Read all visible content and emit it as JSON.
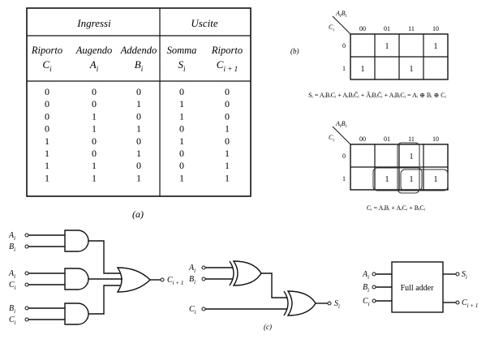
{
  "truth_table": {
    "group_inputs": "Ingressi",
    "group_outputs": "Uscite",
    "columns": [
      {
        "name": "Riporto",
        "sym": "C",
        "sub": "i"
      },
      {
        "name": "Augendo",
        "sym": "A",
        "sub": "i"
      },
      {
        "name": "Addendo",
        "sym": "B",
        "sub": "i"
      },
      {
        "name": "Somma",
        "sym": "S",
        "sub": "i"
      },
      {
        "name": "Riporto",
        "sym": "C",
        "sub": "i + 1"
      }
    ],
    "rows": [
      [
        "0",
        "0",
        "0",
        "0",
        "0"
      ],
      [
        "0",
        "0",
        "1",
        "1",
        "0"
      ],
      [
        "0",
        "1",
        "0",
        "1",
        "0"
      ],
      [
        "0",
        "1",
        "1",
        "0",
        "1"
      ],
      [
        "1",
        "0",
        "0",
        "1",
        "0"
      ],
      [
        "1",
        "0",
        "1",
        "0",
        "1"
      ],
      [
        "1",
        "1",
        "0",
        "0",
        "1"
      ],
      [
        "1",
        "1",
        "1",
        "1",
        "1"
      ]
    ],
    "caption": "(a)"
  },
  "label_b": "(b)",
  "label_c": "(c)",
  "kmap_sum": {
    "row_var": "C",
    "row_sub": "i",
    "col_var": "A",
    "col_sub1": "i",
    "col_var2": "B",
    "col_sub2": "i",
    "col_headers": [
      "00",
      "01",
      "11",
      "10"
    ],
    "row_headers": [
      "0",
      "1"
    ],
    "cells": [
      [
        "",
        "1",
        "",
        "1"
      ],
      [
        "1",
        "",
        "1",
        ""
      ]
    ],
    "equation": "Sᵢ = AᵢBᵢCᵢ + AᵢBᵢC̄ᵢ + ĀᵢBᵢC̄ᵢ + AᵢBᵢCᵢ = Aᵢ ⊕ Bᵢ ⊕ Cᵢ"
  },
  "kmap_carry": {
    "row_var": "C",
    "row_sub": "i",
    "col_var": "A",
    "col_sub1": "i",
    "col_var2": "B",
    "col_sub2": "i",
    "col_headers": [
      "00",
      "01",
      "11",
      "10"
    ],
    "row_headers": [
      "0",
      "1"
    ],
    "cells": [
      [
        "",
        "",
        "1",
        ""
      ],
      [
        "",
        "1",
        "1",
        "1"
      ]
    ],
    "equation": "Cᵢ = AᵢBᵢ + AᵢCᵢ + BᵢCᵢ"
  },
  "and_or_circuit": {
    "inputs": [
      {
        "sym": "A",
        "sub": "i"
      },
      {
        "sym": "B",
        "sub": "i"
      },
      {
        "sym": "A",
        "sub": "i"
      },
      {
        "sym": "C",
        "sub": "i"
      },
      {
        "sym": "B",
        "sub": "i"
      },
      {
        "sym": "C",
        "sub": "i"
      }
    ],
    "output": {
      "sym": "C",
      "sub": "i + 1"
    }
  },
  "xor_circuit": {
    "inputs": [
      {
        "sym": "A",
        "sub": "i"
      },
      {
        "sym": "B",
        "sub": "i"
      },
      {
        "sym": "C",
        "sub": "i"
      }
    ],
    "output": {
      "sym": "S",
      "sub": "i"
    }
  },
  "block": {
    "label": "Full adder",
    "inputs": [
      {
        "sym": "A",
        "sub": "i"
      },
      {
        "sym": "B",
        "sub": "i"
      },
      {
        "sym": "C",
        "sub": "i"
      }
    ],
    "outputs": [
      {
        "sym": "S",
        "sub": "i"
      },
      {
        "sym": "C",
        "sub": "i + 1"
      }
    ]
  }
}
